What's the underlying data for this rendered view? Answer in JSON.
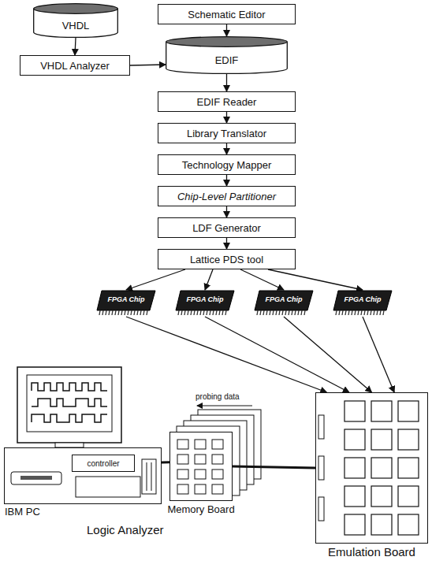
{
  "diagram": {
    "nodes": [
      {
        "text": [
          "VHDL"
        ]
      },
      {
        "text": [
          "Schematic Editor"
        ]
      },
      {
        "text": [
          "VHDL Analyzer"
        ]
      },
      {
        "text": [
          "EDIF"
        ]
      },
      {
        "text": [
          "EDIF Reader"
        ]
      },
      {
        "text": [
          "Library Translator"
        ]
      },
      {
        "text": [
          "Technology Mapper"
        ]
      },
      {
        "text": [
          "Chip-Level Partitioner"
        ]
      },
      {
        "text": [
          "LDF Generator"
        ]
      },
      {
        "text": [
          "Lattice PDS tool"
        ]
      },
      {
        "text": [
          "FPGA Chip"
        ]
      },
      {
        "text": [
          "FPGA Chip"
        ]
      },
      {
        "text": [
          "FPGA Chip"
        ]
      },
      {
        "text": [
          "FPGA Chip"
        ]
      },
      {
        "text": [
          "IBM PC"
        ]
      },
      {
        "text": [
          "controller"
        ],
        "in": 14
      },
      {
        "text": [
          "Memory Board"
        ]
      },
      {
        "text": [
          "Emulation Board"
        ]
      }
    ],
    "edges": [
      {
        "from": 0,
        "to": 2,
        "arrow": "to"
      },
      {
        "from": 2,
        "to": 3,
        "arrow": "to"
      },
      {
        "from": 1,
        "to": 3,
        "arrow": "to"
      },
      {
        "from": 3,
        "to": 4,
        "arrow": "to"
      },
      {
        "from": 4,
        "to": 5,
        "arrow": "to"
      },
      {
        "from": 5,
        "to": 6,
        "arrow": "to"
      },
      {
        "from": 6,
        "to": 7,
        "arrow": "to"
      },
      {
        "from": 7,
        "to": 8,
        "arrow": "to"
      },
      {
        "from": 8,
        "to": 9,
        "arrow": "to"
      },
      {
        "from": 9,
        "to": 10,
        "arrow": "to"
      },
      {
        "from": 9,
        "to": 11,
        "arrow": "to"
      },
      {
        "from": 9,
        "to": 12,
        "arrow": "to"
      },
      {
        "from": 9,
        "to": 13,
        "arrow": "to"
      },
      {
        "from": 10,
        "to": 17,
        "arrow": "to"
      },
      {
        "from": 11,
        "to": 17,
        "arrow": "to"
      },
      {
        "from": 12,
        "to": 17,
        "arrow": "to"
      },
      {
        "from": 13,
        "to": 17,
        "arrow": "to"
      },
      {
        "from": 15,
        "to": 16,
        "arrow": "none"
      },
      {
        "from": 16,
        "to": 17,
        "arrow": "none"
      }
    ],
    "labels": [
      "probing data",
      "Logic Analyzer"
    ]
  }
}
